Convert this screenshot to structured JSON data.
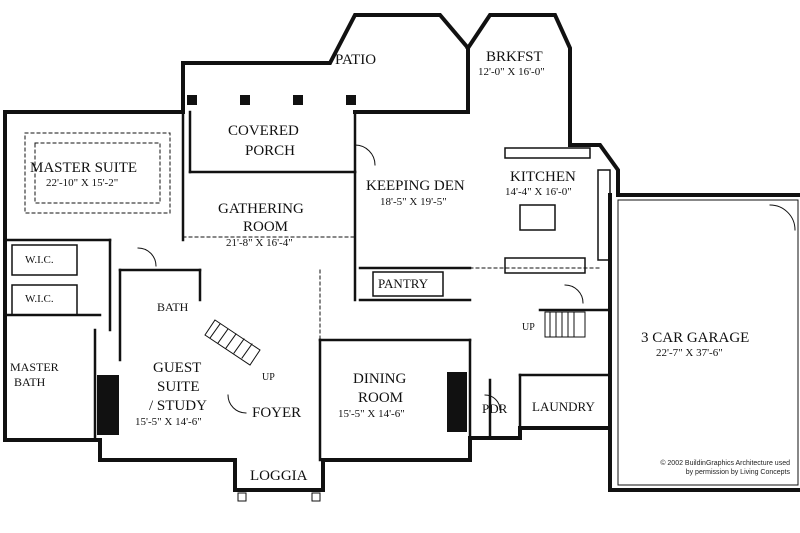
{
  "rooms": {
    "patio": {
      "name": "PATIO"
    },
    "brkfst": {
      "name": "BRKFST",
      "dim": "12'-0\" X 16'-0\""
    },
    "covered_porch": {
      "line1": "COVERED",
      "line2": "PORCH"
    },
    "master_suite": {
      "name": "MASTER SUITE",
      "dim": "22'-10\" X 15'-2\""
    },
    "keeping_den": {
      "name": "KEEPING DEN",
      "dim": "18'-5\" X 19'-5\""
    },
    "kitchen": {
      "name": "KITCHEN",
      "dim": "14'-4\" X 16'-0\""
    },
    "gathering_room": {
      "line1": "GATHERING",
      "line2": "ROOM",
      "dim": "21'-8\" X 16'-4\""
    },
    "wic_upper": {
      "name": "W.I.C."
    },
    "wic_lower": {
      "name": "W.I.C."
    },
    "pantry": {
      "name": "PANTRY"
    },
    "bath": {
      "name": "BATH"
    },
    "master_bath": {
      "line1": "MASTER",
      "line2": "BATH"
    },
    "three_car_garage": {
      "name": "3 CAR GARAGE",
      "dim": "22'-7\" X 37'-6\""
    },
    "guest_suite": {
      "line1": "GUEST",
      "line2": "SUITE",
      "line3": "/ STUDY",
      "dim": "15'-5\" X 14'-6\""
    },
    "dining_room": {
      "line1": "DINING",
      "line2": "ROOM",
      "dim": "15'-5\" X 14'-6\""
    },
    "foyer": {
      "name": "FOYER"
    },
    "pdr": {
      "name": "PDR"
    },
    "laundry": {
      "name": "LAUNDRY"
    },
    "loggia": {
      "name": "LOGGIA"
    }
  },
  "stair_labels": {
    "up_left": "UP",
    "up_right": "UP"
  },
  "credit": {
    "line1": "© 2002 BuildinGraphics Architecture used",
    "line2": "by permission by Living Concepts"
  }
}
